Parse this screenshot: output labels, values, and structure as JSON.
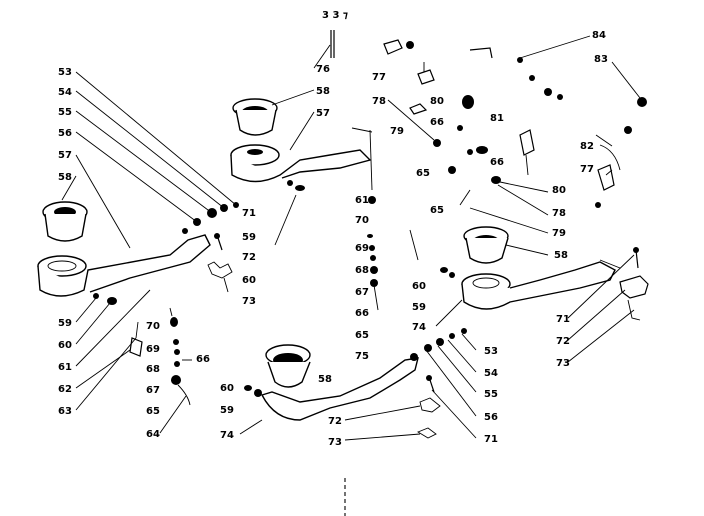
{
  "labels": {
    "left": [
      "53",
      "54",
      "55",
      "56",
      "57",
      "58",
      "59",
      "60",
      "61",
      "62",
      "63"
    ],
    "upper_center": [
      "76",
      "58",
      "57",
      "71",
      "59",
      "72",
      "60",
      "73"
    ],
    "center_column": [
      "61",
      "70",
      "69",
      "68",
      "67",
      "66",
      "65",
      "75"
    ],
    "lower_left": [
      "70",
      "69",
      "66",
      "68",
      "67",
      "65",
      "64",
      "60",
      "59",
      "74"
    ],
    "lower_center": [
      "58",
      "72",
      "73"
    ],
    "upper_right": [
      "84",
      "83",
      "77",
      "78",
      "80",
      "66",
      "81",
      "79",
      "65",
      "66",
      "82",
      "77",
      "80",
      "78",
      "79",
      "65"
    ],
    "right_burner": [
      "58",
      "60",
      "59",
      "74",
      "53",
      "54",
      "55",
      "56",
      "71",
      "71",
      "72",
      "73"
    ]
  }
}
